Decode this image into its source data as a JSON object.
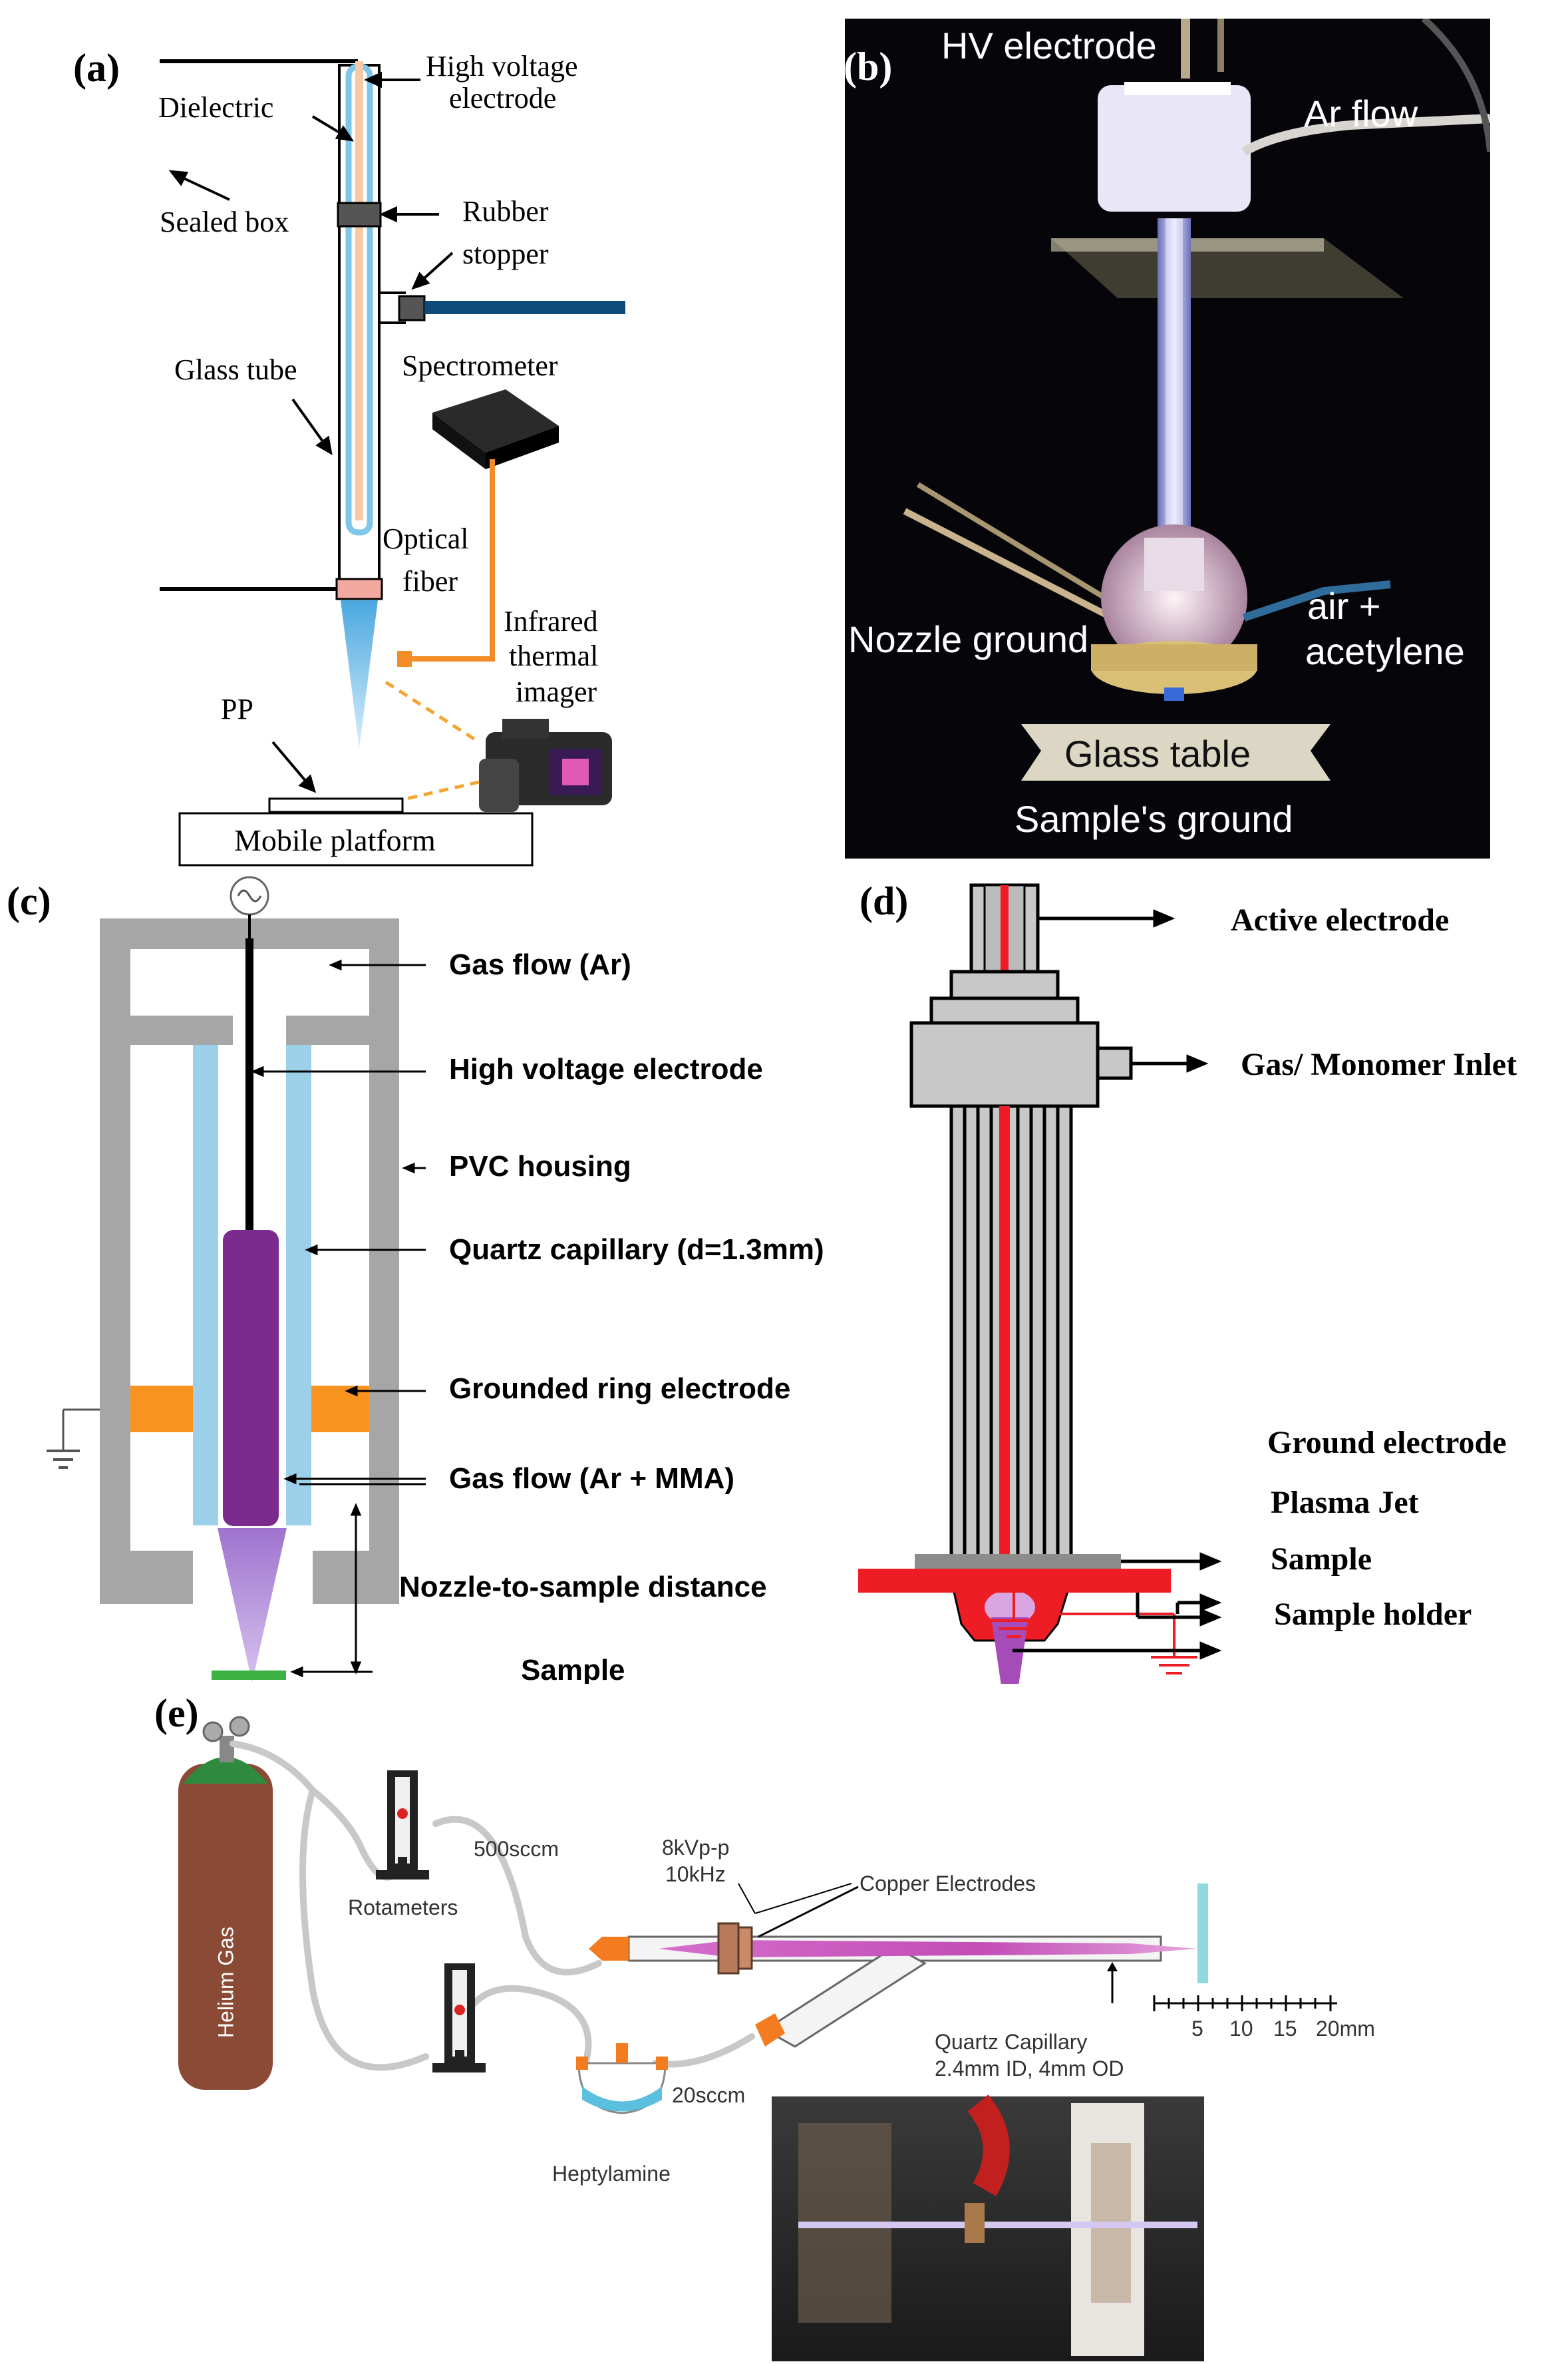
{
  "panels": {
    "a": {
      "letter": "(a)",
      "labels": {
        "hv_electrode": [
          "High voltage",
          "electrode"
        ],
        "dielectric": "Dielectric",
        "sealed_box": "Sealed box",
        "rubber_stopper": [
          "Rubber",
          "stopper"
        ],
        "glass_tube": "Glass tube",
        "spectrometer": "Spectrometer",
        "optical_fiber": [
          "Optical",
          "fiber"
        ],
        "ir_imager": [
          "Infrared",
          "thermal",
          "imager"
        ],
        "pp": "PP",
        "mobile_platform": "Mobile platform"
      }
    },
    "b": {
      "letter": "(b)",
      "labels": {
        "hv_electrode": "HV electrode",
        "ar_flow": "Ar flow",
        "nozzle_ground": "Nozzle ground",
        "air_acetylene": [
          "air +",
          "acetylene"
        ],
        "glass_table": "Glass table",
        "samples_ground": "Sample's ground"
      }
    },
    "c": {
      "letter": "(c)",
      "labels": {
        "gas_flow_ar": "Gas flow (Ar)",
        "hv_electrode": "High voltage electrode",
        "pvc_housing": "PVC housing",
        "quartz_capillary": "Quartz capillary (d=1.3mm)",
        "grounded_ring": "Grounded ring electrode",
        "gas_flow_ar_mma": "Gas flow (Ar + MMA)",
        "nozzle_distance": "Nozzle-to-sample distance",
        "sample": "Sample"
      }
    },
    "d": {
      "letter": "(d)",
      "labels": {
        "active_electrode": "Active electrode",
        "gas_monomer_inlet": "Gas/ Monomer Inlet",
        "ground_electrode": "Ground electrode",
        "plasma_jet": "Plasma Jet",
        "sample": "Sample",
        "sample_holder": "Sample holder"
      }
    },
    "e": {
      "letter": "(e)",
      "labels": {
        "helium_gas": "Helium Gas",
        "flow_500": "500sccm",
        "rotameters": "Rotameters",
        "voltage": [
          "8kVp-p",
          "10kHz"
        ],
        "copper_electrodes": "Copper Electrodes",
        "quartz_capillary": [
          "Quartz Capillary",
          "2.4mm ID, 4mm OD"
        ],
        "flow_20": "20sccm",
        "heptylamine": "Heptylamine",
        "ruler_ticks": [
          "5",
          "10",
          "15",
          "20mm"
        ]
      }
    }
  },
  "colors": {
    "glass_blue": "#7fc6e8",
    "tube_navy": "#0d4a7a",
    "fiber_orange": "#f28c28",
    "pvc_gray": "#a6a6a6",
    "capillary_blue": "#9ccfe8",
    "electrode_purple": "#7b2a8e",
    "plume_lilac": "#b58fd8",
    "ring_orange": "#f7931e",
    "sample_green": "#3cb043",
    "jet_red": "#ee1c24",
    "cylinder_brown": "#8b4a36",
    "plasma_magenta": "#c24db6"
  }
}
